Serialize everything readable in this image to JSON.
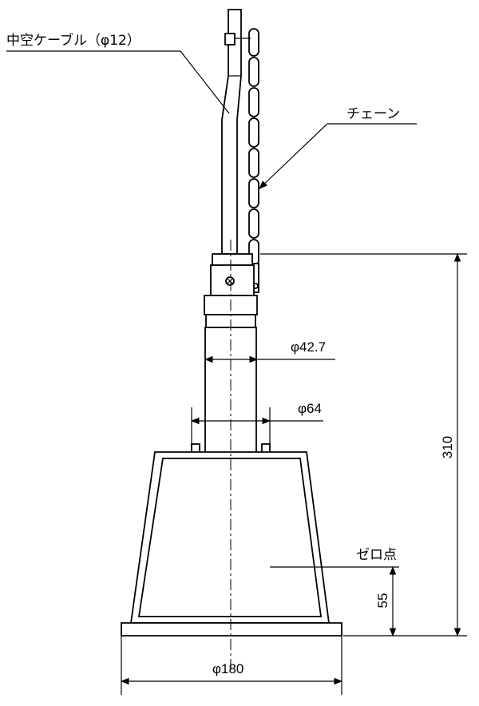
{
  "labels": {
    "hollow_cable": "中空ケーブル（φ12）",
    "chain": "チェーン",
    "zero_point": "ゼロ点"
  },
  "dimensions": {
    "diameter_pipe": "φ42.7",
    "diameter_collar": "φ64",
    "diameter_base": "φ180",
    "height_total": "310",
    "height_zero": "55"
  }
}
